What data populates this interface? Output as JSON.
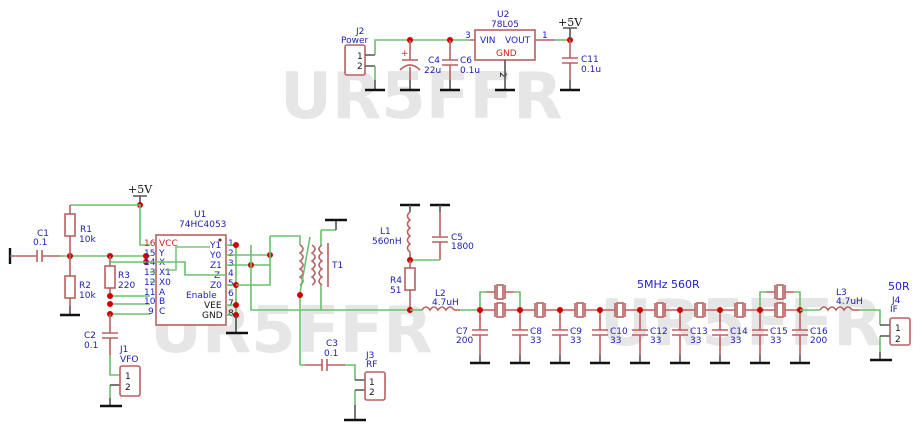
{
  "watermark": "UR5FFR",
  "annotations": {
    "filter_title": "5MHz 560R",
    "impedance": "50R",
    "power_rail": "+5V"
  },
  "colors": {
    "wire": "#6cc06c",
    "part": "#b86060",
    "junction": "#d00000",
    "label": "#2020b0"
  },
  "components": {
    "J2": {
      "ref": "J2",
      "value": "Power",
      "pins": [
        "1",
        "2"
      ]
    },
    "C4": {
      "ref": "C4",
      "value": "22u"
    },
    "C6": {
      "ref": "C6",
      "value": "0.1u"
    },
    "U2": {
      "ref": "U2",
      "value": "78L05",
      "pin_vin": "VIN",
      "pin_vout": "VOUT",
      "pin_gnd": "GND",
      "n_in": "3",
      "n_out": "1",
      "n_gnd": "2"
    },
    "C11": {
      "ref": "C11",
      "value": "0.1u"
    },
    "C1": {
      "ref": "C1",
      "value": "0.1"
    },
    "R1": {
      "ref": "R1",
      "value": "10k"
    },
    "R2": {
      "ref": "R2",
      "value": "10k"
    },
    "R3": {
      "ref": "R3",
      "value": "220"
    },
    "C2": {
      "ref": "C2",
      "value": "0.1"
    },
    "J1": {
      "ref": "J1",
      "value": "VFO",
      "pins": [
        "1",
        "2"
      ]
    },
    "U1": {
      "ref": "U1",
      "value": "74HC4053",
      "left_pins": [
        {
          "num": "16",
          "name": "VCC"
        },
        {
          "num": "15",
          "name": "Y"
        },
        {
          "num": "14",
          "name": "X"
        },
        {
          "num": "13",
          "name": "X1"
        },
        {
          "num": "12",
          "name": "X0"
        },
        {
          "num": "11",
          "name": "A"
        },
        {
          "num": "10",
          "name": "B"
        },
        {
          "num": "9",
          "name": "C"
        }
      ],
      "right_pins": [
        {
          "num": "1",
          "name": "Y1"
        },
        {
          "num": "2",
          "name": "Y0"
        },
        {
          "num": "3",
          "name": "Z1"
        },
        {
          "num": "4",
          "name": "Z"
        },
        {
          "num": "5",
          "name": "Z0"
        },
        {
          "num": "6",
          "name": "Enable"
        },
        {
          "num": "7",
          "name": "VEE"
        },
        {
          "num": "8",
          "name": "GND"
        }
      ]
    },
    "T1": {
      "ref": "T1"
    },
    "C3": {
      "ref": "C3",
      "value": "0.1"
    },
    "J3": {
      "ref": "J3",
      "value": "RF",
      "pins": [
        "1",
        "2"
      ]
    },
    "L1": {
      "ref": "L1",
      "value": "560nH"
    },
    "C5": {
      "ref": "C5",
      "value": "1800"
    },
    "R4": {
      "ref": "R4",
      "value": "51"
    },
    "L2": {
      "ref": "L2",
      "value": "4.7uH"
    },
    "L3": {
      "ref": "L3",
      "value": "4.7uH"
    },
    "J4": {
      "ref": "J4",
      "value": "IF",
      "pins": [
        "1",
        "2"
      ]
    },
    "filter_caps": [
      {
        "ref": "C7",
        "value": "200"
      },
      {
        "ref": "C8",
        "value": "33"
      },
      {
        "ref": "C9",
        "value": "33"
      },
      {
        "ref": "C10",
        "value": "33"
      },
      {
        "ref": "C12",
        "value": "33"
      },
      {
        "ref": "C13",
        "value": "33"
      },
      {
        "ref": "C14",
        "value": "33"
      },
      {
        "ref": "C15",
        "value": "33"
      },
      {
        "ref": "C16",
        "value": "200"
      }
    ]
  }
}
